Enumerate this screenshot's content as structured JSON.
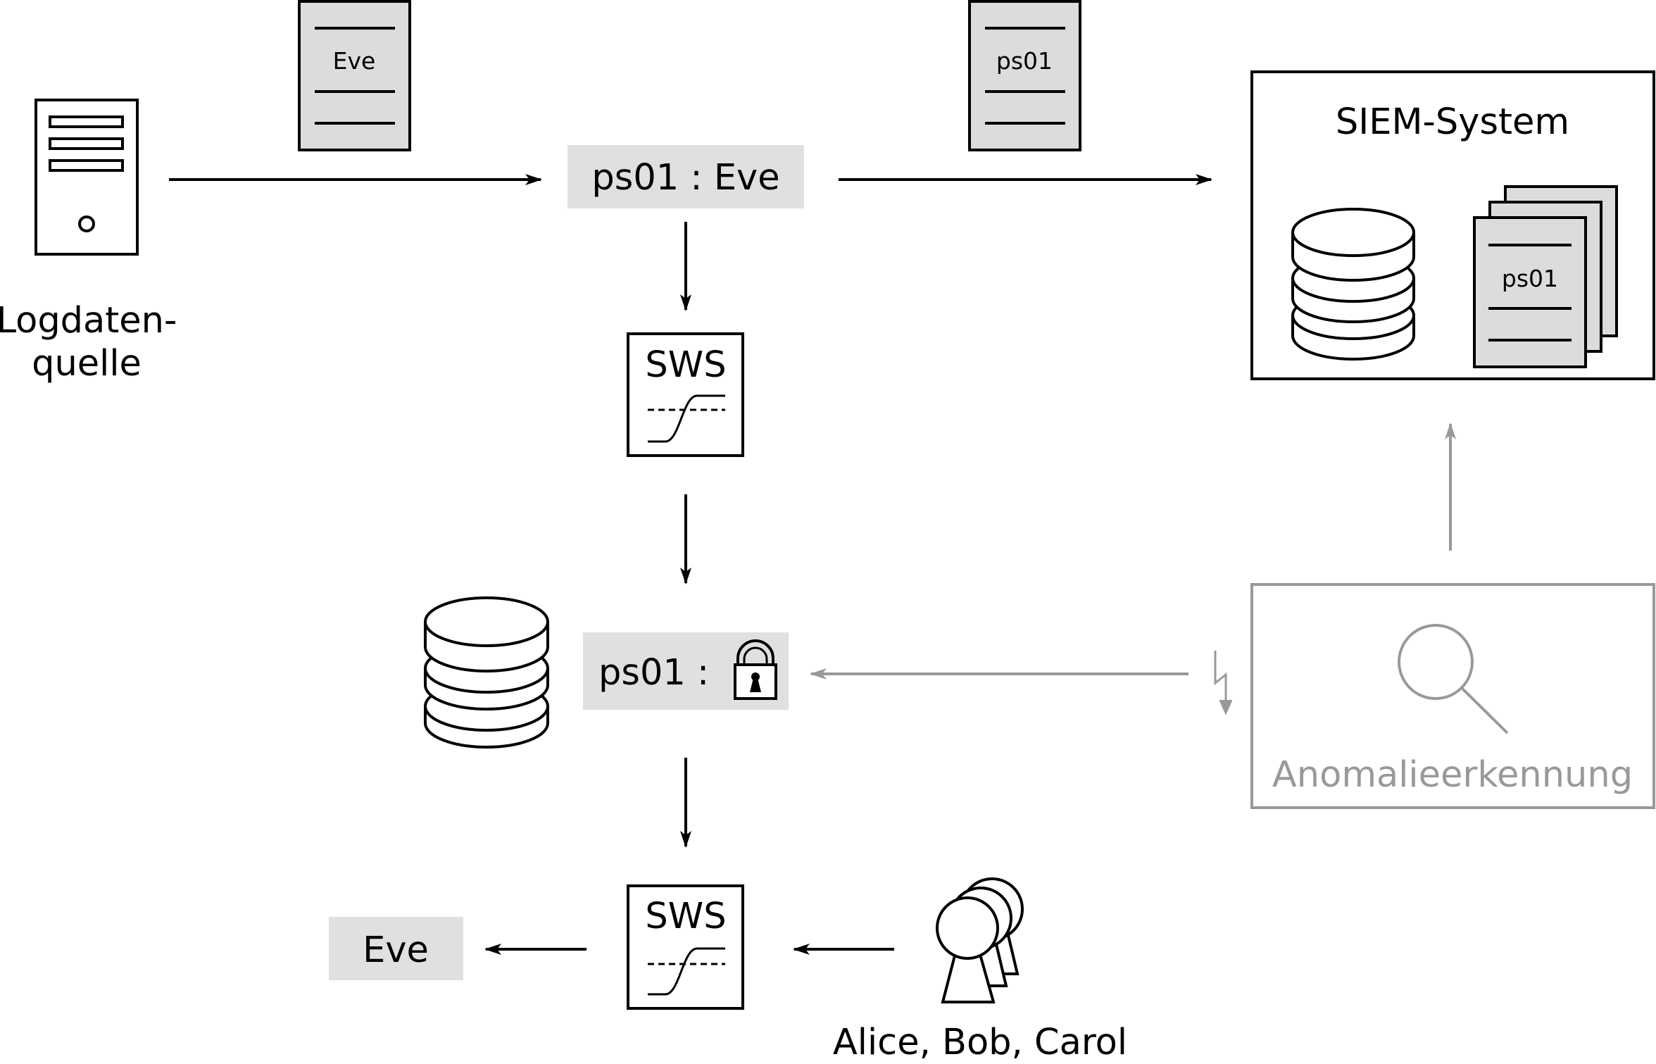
{
  "colors": {
    "stroke": "#000000",
    "muted": "#999999",
    "fill_grey": "#e0e0e0",
    "doc_fill": "#dcdcdc",
    "background": "#ffffff"
  },
  "nodes": {
    "logdatenquelle": {
      "icon": "server-icon",
      "label_line1": "Logdaten-",
      "label_line2": "quelle"
    },
    "doc_eve": {
      "icon": "document-icon",
      "label": "Eve"
    },
    "doc_ps01": {
      "icon": "document-icon",
      "label": "ps01"
    },
    "record_plain": {
      "label": "ps01 : Eve"
    },
    "sws_top": {
      "label": "SWS",
      "icon": "threshold-curve-icon"
    },
    "database_mid": {
      "icon": "database-icon"
    },
    "record_encrypted": {
      "label": "ps01 :",
      "icon": "lock-icon"
    },
    "sws_bottom": {
      "label": "SWS",
      "icon": "threshold-curve-icon"
    },
    "result": {
      "label": "Eve"
    },
    "users": {
      "icon": "user-group-icon",
      "label": "Alice, Bob, Carol"
    },
    "siem": {
      "title": "SIEM-System",
      "db_icon": "database-icon",
      "doc_stack_icon": "document-stack-icon",
      "doc_label": "ps01"
    },
    "anomaly": {
      "icon": "magnifier-icon",
      "label": "Anomalieerkennung"
    },
    "alert": {
      "icon": "lightning-icon",
      "glyph": "↯"
    }
  }
}
